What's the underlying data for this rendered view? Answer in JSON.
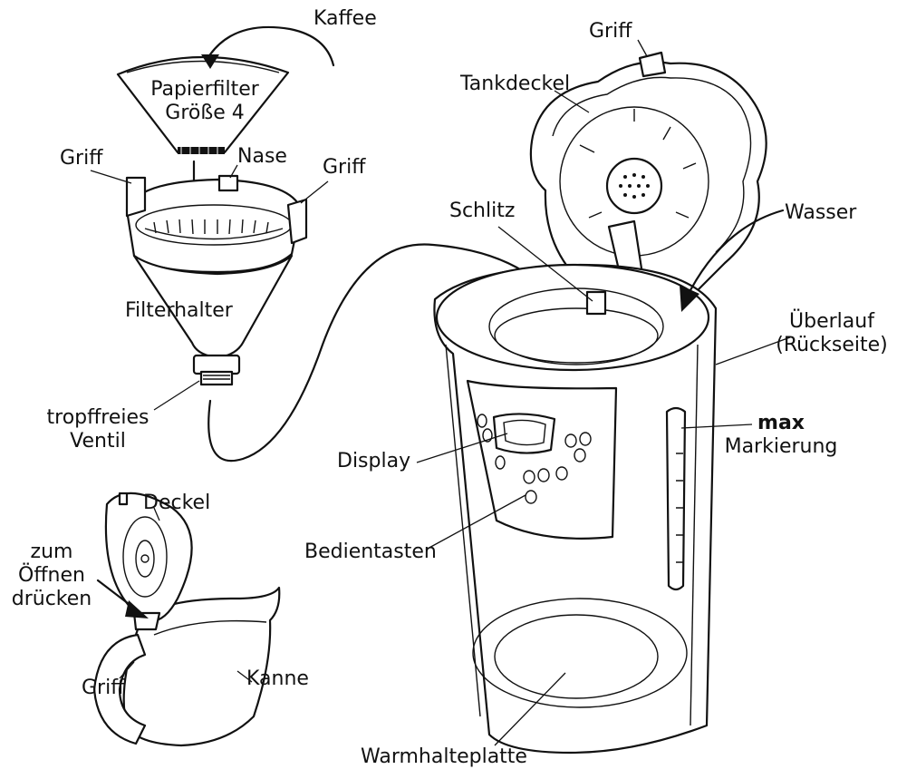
{
  "labels": {
    "kaffee": "Kaffee",
    "papierfilter_line1": "Papierfilter",
    "papierfilter_line2": "Größe 4",
    "griff_filter_left": "Griff",
    "nase": "Nase",
    "griff_filter_right": "Griff",
    "filterhalter": "Filterhalter",
    "ventil_line1": "tropffreies",
    "ventil_line2": "Ventil",
    "griff_tank": "Griff",
    "tankdeckel": "Tankdeckel",
    "schlitz": "Schlitz",
    "wasser": "Wasser",
    "ueberlauf_line1": "Überlauf",
    "ueberlauf_line2": "(Rückseite)",
    "max": "max",
    "markierung": "Markierung",
    "display": "Display",
    "bedientasten": "Bedientasten",
    "deckel": "Deckel",
    "oeffnen_line1": "zum",
    "oeffnen_line2": "Öffnen",
    "oeffnen_line3": "drücken",
    "griff_kanne": "Griff",
    "kanne": "Kanne",
    "warmhalteplatte": "Warmhalteplatte"
  }
}
